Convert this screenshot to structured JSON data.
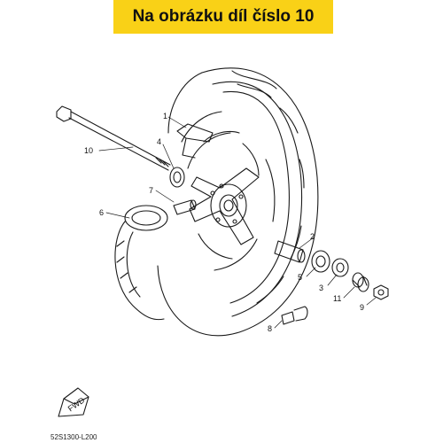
{
  "banner": {
    "text": "Na obrázku díl číslo 10",
    "color": "#F9D117"
  },
  "diagram": {
    "part_labels": [
      "1",
      "2",
      "3",
      "4",
      "5",
      "6",
      "7",
      "8",
      "9",
      "10",
      "11"
    ],
    "fwd_text": "FWD",
    "drawing_code": "52S1300-L200"
  }
}
